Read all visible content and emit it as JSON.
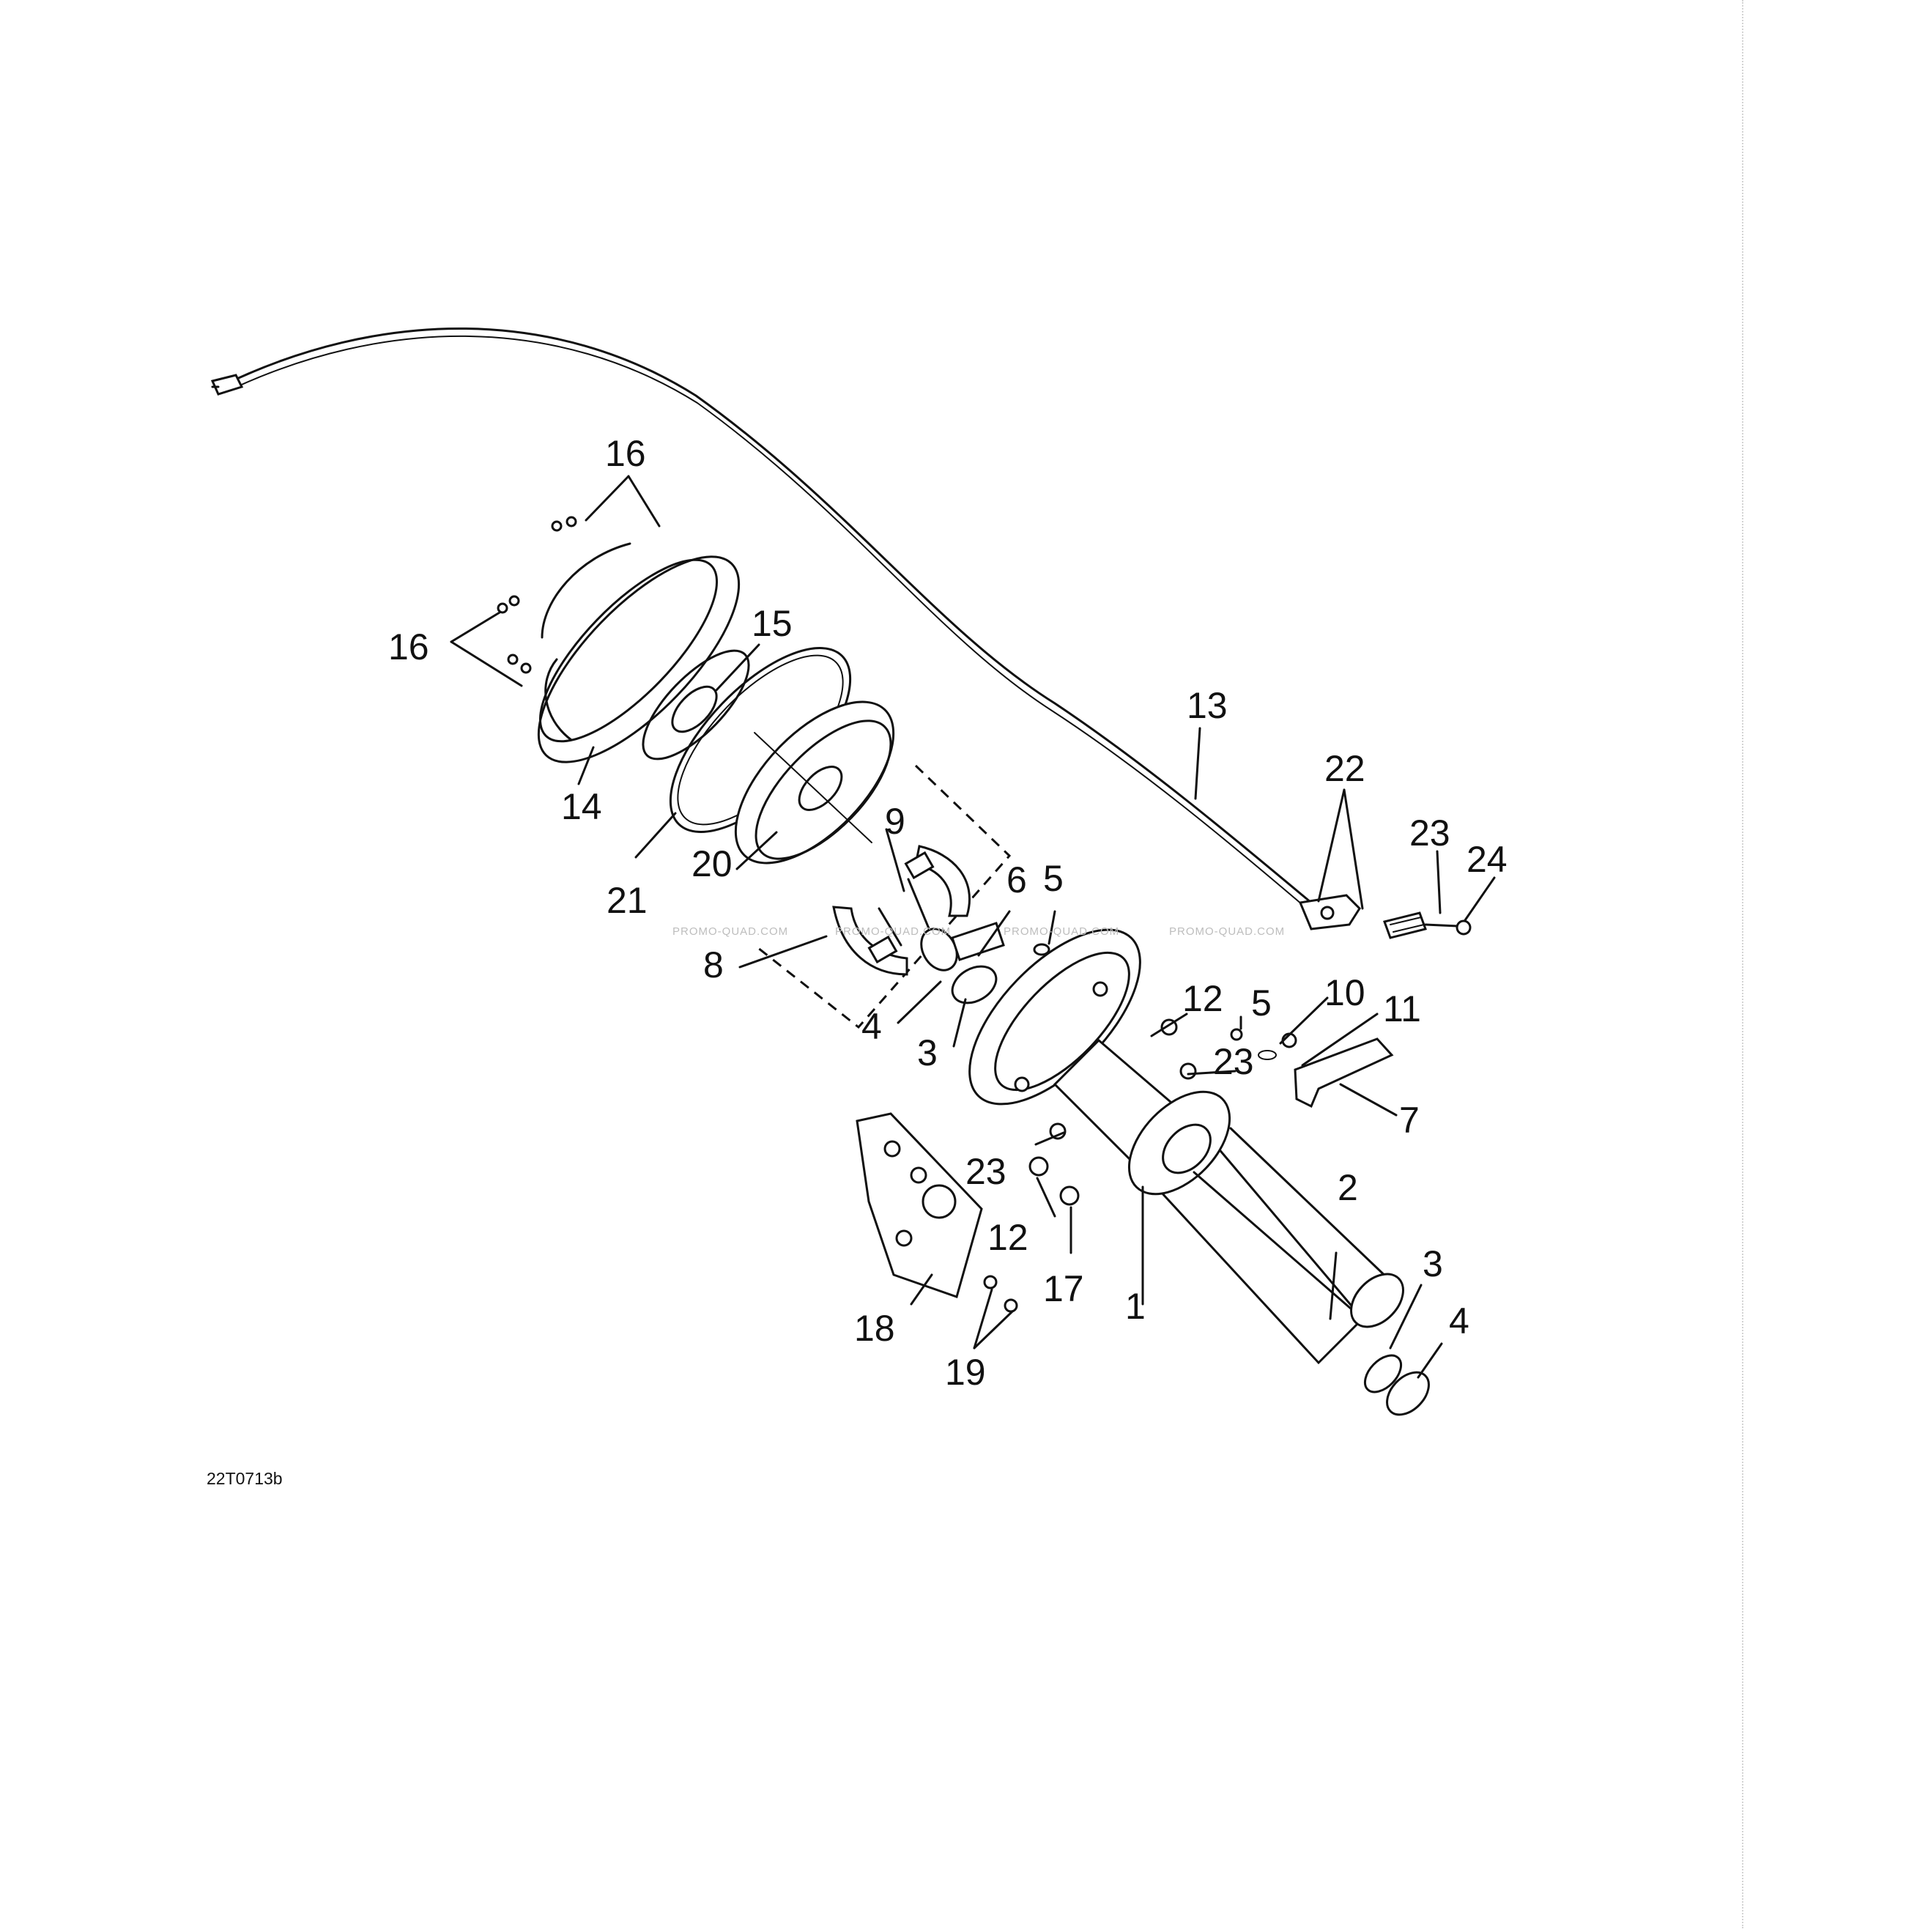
{
  "diagram": {
    "code": "22T0713b",
    "watermark": "PROMO-QUAD.COM",
    "callouts": {
      "c1": "1",
      "c2": "2",
      "c3a": "3",
      "c3b": "3",
      "c4a": "4",
      "c4b": "4",
      "c5a": "5",
      "c5b": "5",
      "c6": "6",
      "c7": "7",
      "c8": "8",
      "c9": "9",
      "c10": "10",
      "c11": "11",
      "c12a": "12",
      "c12b": "12",
      "c13": "13",
      "c14": "14",
      "c15": "15",
      "c16a": "16",
      "c16b": "16",
      "c17": "17",
      "c18": "18",
      "c19": "19",
      "c20": "20",
      "c21": "21",
      "c22": "22",
      "c23a": "23",
      "c23b": "23",
      "c23c": "23",
      "c24": "24"
    }
  }
}
